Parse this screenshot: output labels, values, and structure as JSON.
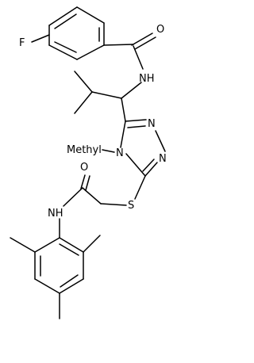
{
  "structure": {
    "atoms": {
      "fluorine": "F",
      "carbonyl_oxygen_top": "O",
      "amide_nh_top": "NH",
      "triazole_n_upper": "N",
      "triazole_n_lower": "N",
      "triazole_n_methyl": "N",
      "methyl_on_n": "Methyl",
      "sulfur": "S",
      "carbonyl_oxygen_lower": "O",
      "amide_nh_lower": "NH"
    },
    "colors": {
      "bond": "#000000",
      "text": "#000000",
      "background": "#ffffff"
    }
  }
}
